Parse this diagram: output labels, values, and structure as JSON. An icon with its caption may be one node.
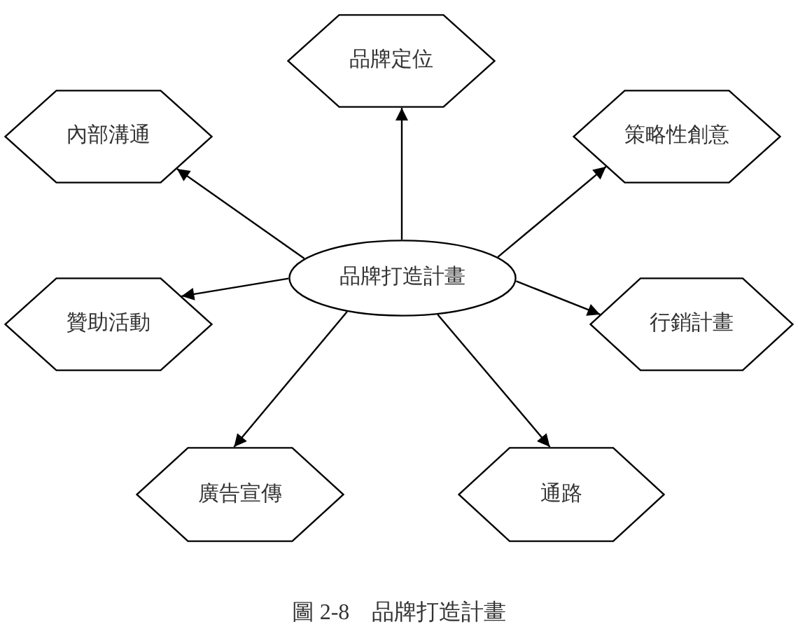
{
  "diagram": {
    "caption": "圖 2-8　品牌打造計畫",
    "nodes": [
      {
        "text": [
          "品牌定位"
        ]
      },
      {
        "text": [
          "內部溝通"
        ]
      },
      {
        "text": [
          "策略性創意"
        ]
      },
      {
        "text": [
          "品牌打造計畫"
        ]
      },
      {
        "text": [
          "贊助活動"
        ]
      },
      {
        "text": [
          "行銷計畫"
        ]
      },
      {
        "text": [
          "廣告宣傳"
        ]
      },
      {
        "text": [
          "通路"
        ]
      }
    ],
    "edges": [
      {
        "from": 3,
        "to": 0,
        "arrow": "to"
      },
      {
        "from": 3,
        "to": 1,
        "arrow": "to"
      },
      {
        "from": 3,
        "to": 2,
        "arrow": "to"
      },
      {
        "from": 3,
        "to": 4,
        "arrow": "to"
      },
      {
        "from": 3,
        "to": 5,
        "arrow": "to"
      },
      {
        "from": 3,
        "to": 6,
        "arrow": "to"
      },
      {
        "from": 3,
        "to": 7,
        "arrow": "to"
      }
    ]
  }
}
